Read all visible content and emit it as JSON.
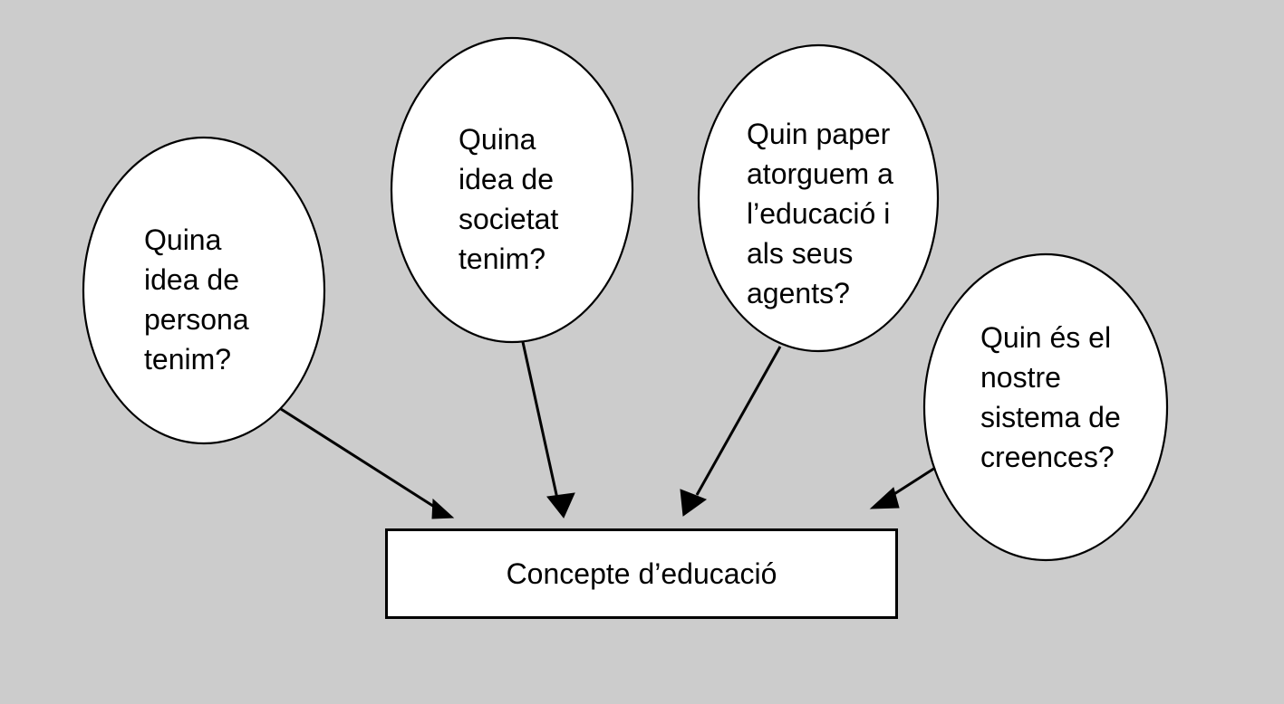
{
  "diagram": {
    "title": "Concepte d'educació",
    "background_color": "#cccccc",
    "shape_fill": "#ffffff",
    "stroke_color": "#000000",
    "nodes": [
      {
        "id": "node-persona",
        "shape": "ellipse",
        "text": "Quina\nidea de\npersona\ntenim?",
        "align": "left"
      },
      {
        "id": "node-societat",
        "shape": "ellipse",
        "text": "Quina\nidea de\nsocietat\ntenim?",
        "align": "left"
      },
      {
        "id": "node-educacio-agents",
        "shape": "ellipse",
        "text": "Quin paper\natorguem a\nl’educació i\nals seus\nagents?",
        "align": "left"
      },
      {
        "id": "node-creences",
        "shape": "ellipse",
        "text": "Quin és el\nnostre\nsistema de\ncreences?",
        "align": "left"
      }
    ],
    "target": {
      "id": "node-concepte-educacio",
      "shape": "rectangle",
      "text": "Concepte d’educació",
      "align": "center"
    },
    "edges": [
      {
        "id": "edge-persona-to-concepte",
        "from": "node-persona",
        "to": "node-concepte-educacio",
        "arrowhead": "filled-triangle"
      },
      {
        "id": "edge-societat-to-concepte",
        "from": "node-societat",
        "to": "node-concepte-educacio",
        "arrowhead": "filled-triangle"
      },
      {
        "id": "edge-educacio-agents-to-concepte",
        "from": "node-educacio-agents",
        "to": "node-concepte-educacio",
        "arrowhead": "filled-triangle"
      },
      {
        "id": "edge-creences-to-concepte",
        "from": "node-creences",
        "to": "node-concepte-educacio",
        "arrowhead": "filled-triangle"
      }
    ]
  }
}
